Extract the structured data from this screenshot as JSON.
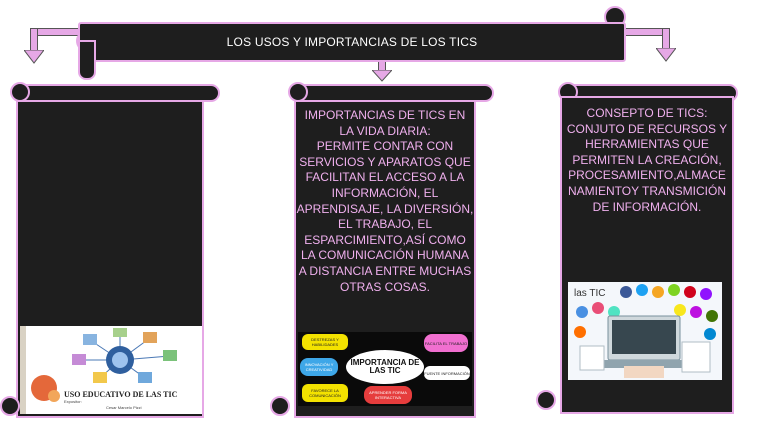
{
  "banner": {
    "title": "LOS USOS Y IMPORTANCIAS DE LOS TICS"
  },
  "middle": {
    "heading": "IMPORTANCIAS DE TICS EN LA VIDA DIARIA:",
    "body": "PERMITE CONTAR CON SERVICIOS Y APARATOS QUE FACILITAN EL ACCESO A LA INFORMACIÓN, EL APRENDISAJE, LA DIVERSIÓN, EL TRABAJO, EL ESPARCIMIENTO,ASÍ COMO LA COMUNICACIÓN HUMANA A DISTANCIA ENTRE MUCHAS OTRAS COSAS.",
    "image": {
      "center": "IMPORTANCIA DE LAS TIC",
      "nodes": [
        "DESTREZAS Y HABILIDADES",
        "FACILITA EL TRABAJO",
        "INNOVACIÓN Y CREATIVIDAD",
        "FUENTE INFORMACIÓN",
        "FAVORECE LA COMUNICACIÓN",
        "APRENDER FORMA INTERACTIVA"
      ]
    }
  },
  "right": {
    "text": "CONSEPTO DE TICS: CONJUTO DE RECURSOS Y HERRAMIENTAS QUE PERMITEN LA CREACIÓN, PROCESAMIENTO,ALMACE NAMIENTOY TRANSMICIÓN DE INFORMACIÓN.",
    "image": {
      "label": "las TIC"
    }
  },
  "left": {
    "image": {
      "title": "USO EDUCATIVO DE LAS TIC",
      "subtitle": "Expositor:",
      "author": "Cesar Marcelo Pizzi"
    }
  },
  "colors": {
    "panel": "#1e1e1e",
    "accent": "#e6a8e6",
    "text": "#f0b0ee"
  }
}
